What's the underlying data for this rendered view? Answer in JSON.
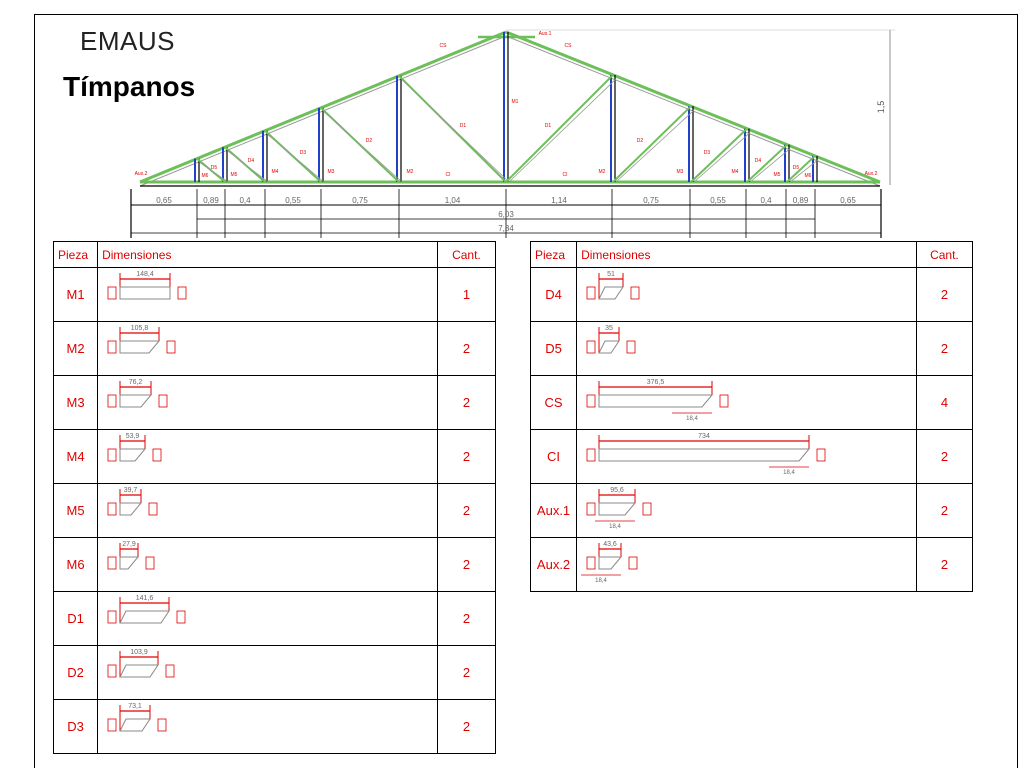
{
  "header": {
    "brand": "EMAUS",
    "title": "Tímpanos"
  },
  "colors": {
    "label_red": "#e00000",
    "member_green": "#6dbf5a",
    "stud_blue": "#2240c8",
    "line_black": "#000000"
  },
  "truss": {
    "height_label": "1,5",
    "span_segments": [
      "0,65",
      "0,89",
      "0,4",
      "0,55",
      "0,75",
      "1,04",
      "1,14",
      "0,75",
      "0,55",
      "0,4",
      "0,89",
      "0,65"
    ],
    "inner_span": "6,03",
    "total_span": "7,34",
    "labels": {
      "cs_left": "CS",
      "cs_right": "CS",
      "aux_top": "Aux.1",
      "aux_left": "Aux.2",
      "aux_right": "Aux.2",
      "m1": "M1",
      "m2_left": "M2",
      "m2_right": "M2",
      "m3_left": "M3",
      "m3_right": "M3",
      "m4_left": "M4",
      "m4_right": "M4",
      "m5_left": "M5",
      "m5_right": "M5",
      "m6_left": "M6",
      "m6_right": "M6",
      "d1_left": "D1",
      "d1_right": "D1",
      "d2_left": "D2",
      "d2_right": "D2",
      "d3_left": "D3",
      "d3_right": "D3",
      "d4_left": "D4",
      "d4_right": "D4",
      "d5_left": "D5",
      "d5_right": "D5",
      "ci_left": "CI",
      "ci_right": "CI"
    }
  },
  "table_headers": {
    "piece": "Pieza",
    "dimensions": "Dimensiones",
    "qty": "Cant."
  },
  "pieces_left": [
    {
      "name": "M1",
      "length": "148,4",
      "qty": "1"
    },
    {
      "name": "M2",
      "length": "105,8",
      "qty": "2"
    },
    {
      "name": "M3",
      "length": "76,2",
      "qty": "2"
    },
    {
      "name": "M4",
      "length": "53,9",
      "qty": "2"
    },
    {
      "name": "M5",
      "length": "39,7",
      "qty": "2"
    },
    {
      "name": "M6",
      "length": "27,9",
      "qty": "2"
    },
    {
      "name": "D1",
      "length": "141,6",
      "qty": "2"
    },
    {
      "name": "D2",
      "length": "103,9",
      "qty": "2"
    },
    {
      "name": "D3",
      "length": "73,1",
      "qty": "2"
    }
  ],
  "pieces_right": [
    {
      "name": "D4",
      "length": "51",
      "qty": "2"
    },
    {
      "name": "D5",
      "length": "35",
      "qty": "2"
    },
    {
      "name": "CS",
      "length": "376,5",
      "cut": "18,4",
      "qty": "4"
    },
    {
      "name": "CI",
      "length": "734",
      "cut": "18,4",
      "qty": "2"
    },
    {
      "name": "Aux.1",
      "length": "95,6",
      "cut": "18,4",
      "qty": "2"
    },
    {
      "name": "Aux.2",
      "length": "43,6",
      "cut": "18,4",
      "qty": "2"
    }
  ]
}
